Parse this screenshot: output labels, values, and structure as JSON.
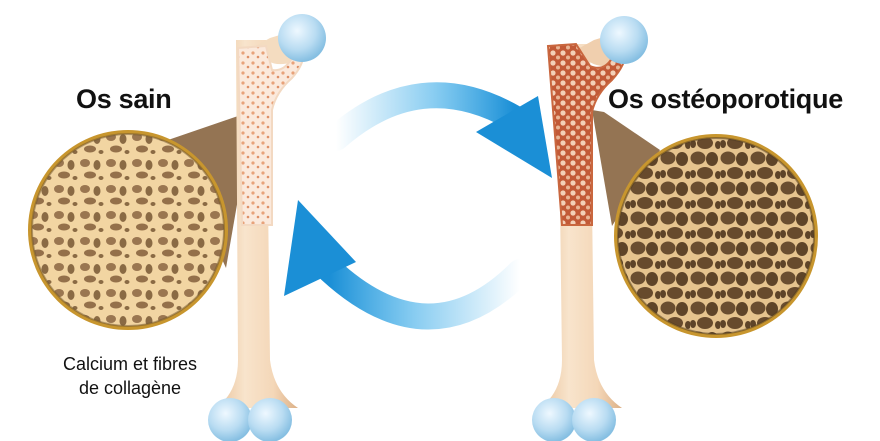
{
  "labels": {
    "healthy_bone": "Os sain",
    "osteoporotic_bone": "Os ostéoporotique",
    "caption_line1": "Calcium et fibres",
    "caption_line2": "de collagène"
  },
  "colors": {
    "bone": "#f6dcc0",
    "bone_shade": "#e6bf98",
    "joint_blue": "#b9dcf2",
    "healthy_marrow": "#e8a27a",
    "osteo_marrow": "#b84a2a",
    "lens_ring": "#c8962e",
    "lens_fill": "#f2d5a2",
    "lens_holes": "#8a6a44",
    "arrow_blue": "#29a4e6"
  },
  "icons": {
    "left_arrow": "circular-arrow-icon",
    "right_arrow": "circular-arrow-icon"
  }
}
